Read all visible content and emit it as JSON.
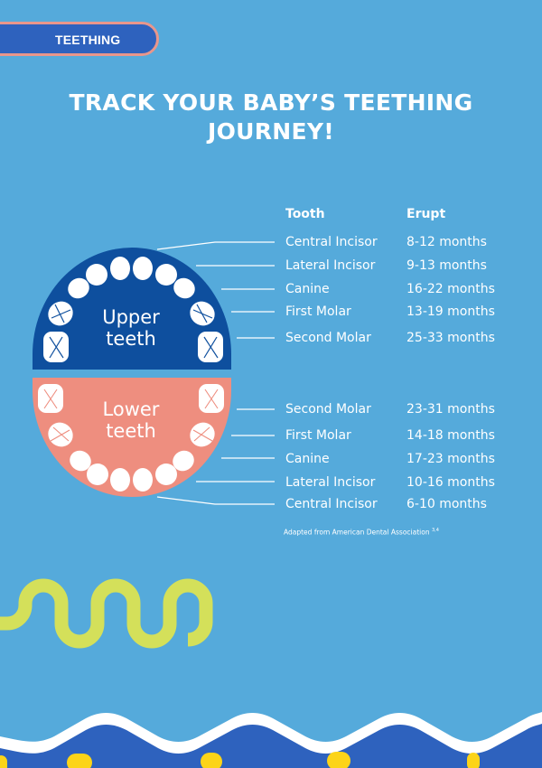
{
  "badge": {
    "label": "TEETHING"
  },
  "title": {
    "line1": "TRACK YOUR BABY’S TEETHING",
    "line2": "JOURNEY!"
  },
  "diagram": {
    "upper_label": [
      "Upper",
      "teeth"
    ],
    "lower_label": [
      "Lower",
      "teeth"
    ],
    "colors": {
      "upper": "#0e4f9e",
      "lower": "#ee8e7f",
      "tooth": "#ffffff",
      "background": "#55aadb"
    }
  },
  "table": {
    "headers": {
      "tooth": "Tooth",
      "erupt": "Erupt"
    },
    "upper": [
      {
        "tooth": "Central Incisor",
        "erupt": "8-12 months"
      },
      {
        "tooth": "Lateral Incisor",
        "erupt": "9-13 months"
      },
      {
        "tooth": "Canine",
        "erupt": "16-22 months"
      },
      {
        "tooth": "First Molar",
        "erupt": "13-19 months"
      },
      {
        "tooth": "Second Molar",
        "erupt": "25-33 months"
      }
    ],
    "lower": [
      {
        "tooth": "Second Molar",
        "erupt": "23-31 months"
      },
      {
        "tooth": "First Molar",
        "erupt": "14-18 months"
      },
      {
        "tooth": "Canine",
        "erupt": "17-23 months"
      },
      {
        "tooth": "Lateral Incisor",
        "erupt": "10-16 months"
      },
      {
        "tooth": "Central Incisor",
        "erupt": "6-10 months"
      }
    ]
  },
  "credit": {
    "text": "Adapted from American Dental Association",
    "superscript": "3,4"
  }
}
